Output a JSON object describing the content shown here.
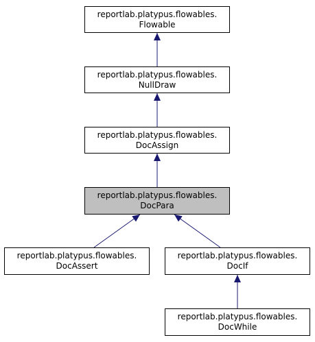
{
  "diagram": {
    "colors": {
      "edge": "#191970",
      "node_border": "#000000",
      "highlight_fill": "#bfbfbf"
    },
    "nodes": [
      {
        "id": "flowable",
        "line1": "reportlab.platypus.flowables.",
        "line2": "Flowable",
        "highlight": false
      },
      {
        "id": "nulldraw",
        "line1": "reportlab.platypus.flowables.",
        "line2": "NullDraw",
        "highlight": false
      },
      {
        "id": "docassign",
        "line1": "reportlab.platypus.flowables.",
        "line2": "DocAssign",
        "highlight": false
      },
      {
        "id": "docpara",
        "line1": "reportlab.platypus.flowables.",
        "line2": "DocPara",
        "highlight": true
      },
      {
        "id": "docassert",
        "line1": "reportlab.platypus.flowables.",
        "line2": "DocAssert",
        "highlight": false
      },
      {
        "id": "docif",
        "line1": "reportlab.platypus.flowables.",
        "line2": "DocIf",
        "highlight": false
      },
      {
        "id": "docwhile",
        "line1": "reportlab.platypus.flowables.",
        "line2": "DocWhile",
        "highlight": false
      }
    ],
    "edges": [
      {
        "from": "nulldraw",
        "to": "flowable"
      },
      {
        "from": "docassign",
        "to": "nulldraw"
      },
      {
        "from": "docpara",
        "to": "docassign"
      },
      {
        "from": "docassert",
        "to": "docpara"
      },
      {
        "from": "docif",
        "to": "docpara"
      },
      {
        "from": "docwhile",
        "to": "docif"
      }
    ]
  }
}
